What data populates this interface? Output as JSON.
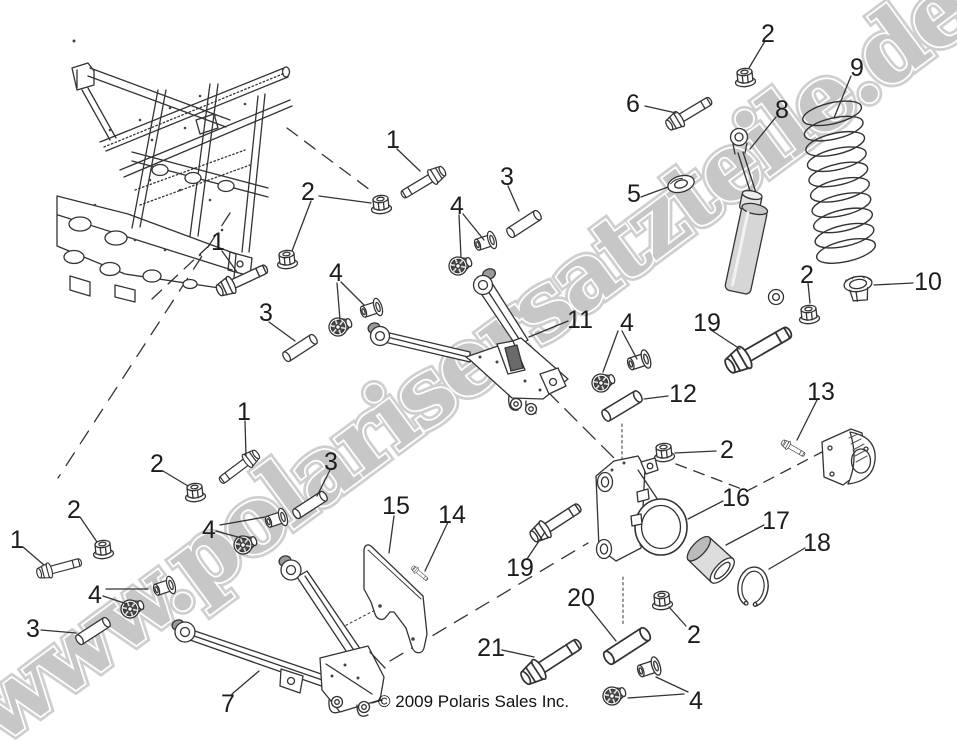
{
  "watermark": "www.polarisersatzteile.de",
  "copyright": "© 2009 Polaris Sales Inc.",
  "colors": {
    "line": "#333333",
    "shade": "#d6d6d6",
    "watermark_fill": "#c7c7c7"
  },
  "callouts": [
    {
      "label": "1"
    },
    {
      "label": "2"
    },
    {
      "label": "3"
    },
    {
      "label": "4"
    },
    {
      "label": "1"
    },
    {
      "label": "4"
    },
    {
      "label": "3"
    },
    {
      "label": "2"
    },
    {
      "label": "9"
    },
    {
      "label": "6"
    },
    {
      "label": "8"
    },
    {
      "label": "5"
    },
    {
      "label": "10"
    },
    {
      "label": "2"
    },
    {
      "label": "19"
    },
    {
      "label": "11"
    },
    {
      "label": "4"
    },
    {
      "label": "12"
    },
    {
      "label": "13"
    },
    {
      "label": "2"
    },
    {
      "label": "16"
    },
    {
      "label": "17"
    },
    {
      "label": "18"
    },
    {
      "label": "19"
    },
    {
      "label": "20"
    },
    {
      "label": "2"
    },
    {
      "label": "21"
    },
    {
      "label": "4"
    },
    {
      "label": "1"
    },
    {
      "label": "2"
    },
    {
      "label": "3"
    },
    {
      "label": "2"
    },
    {
      "label": "1"
    },
    {
      "label": "4"
    },
    {
      "label": "15"
    },
    {
      "label": "14"
    },
    {
      "label": "4"
    },
    {
      "label": "3"
    },
    {
      "label": "7"
    }
  ]
}
